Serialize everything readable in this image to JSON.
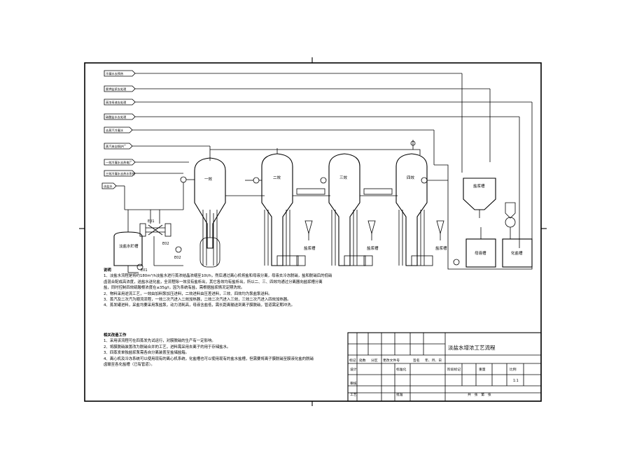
{
  "drawing": {
    "line_labels": [
      "冷凝水去预热",
      "氯钾盐浆去处理",
      "高浓母液去处理",
      "碳酸盐水去处理",
      "去蒸汽冷凝水",
      "蒸汽来自锅炉厂",
      "一效冷凝水去热电厂",
      "三效冷凝水去热水系统"
    ],
    "feed_label": "淡盐水",
    "tank_label": "淡盐水贮槽",
    "effects": [
      "一效",
      "二效",
      "三效",
      "四效"
    ],
    "salt_tanks": [
      "盐浆槽",
      "盐浆槽",
      "盐浆槽"
    ],
    "salt_slurry_tank": "盐浆槽",
    "mother_liquor_tank": "母液槽",
    "salt_dissolve_tank": "化盐槽",
    "exchangers": [
      "E01",
      "E02",
      "E02",
      "E01"
    ]
  },
  "notes": {
    "title": "说明",
    "items": [
      "1、淡盐水流程是将约180m³/h淡盐水进行蒸浓结晶浓缩至10t/h，然后通过离心机将盐和母液分离，母液去冷冻脱硝，盐和脱硝后的低硝",
      "   卤混合配成高浓度，送盐水送化盐，全流程除一效没有盐析出，其它各效均有盐析出，所以二、三、四效均通过分离器向盐浆槽分离",
      "   盐，同时控制四效硫酸根浓度在≤35g/l，因为系统有盐，需根据盐浆情况定期洗效。",
      "2、物料采用逆流工艺，一效由加料泵加压进料，二效进料由压差进料，三效、四效均为泵盐泵送料。",
      "3、蒸汽及二次汽为顺流流程，一效二次汽进入二效加热器，二效二次汽进入三效，三效二次汽进入四效加热器。",
      "4、蒸发罐进料，采盐均要采用泵盐泵，动力消耗高，母液含盐低，需长距离输送到离子膜脱硝，管道需定期冲洗。"
    ],
    "followup_title": "相关改造工作",
    "followup": [
      "1、采用该流程可在四蒸发先试运行，对膜脱硝的生产有一定影响。",
      "2、将膜脱硝装置改为脱硝合并的工艺，进料需采用去离子的用于存储盐水。",
      "3、四蒸发单独盐浆泵需各自分离装置至盐储盐箱。",
      "4、离心机及冷冻系统可以使用现有的离心机系统，化盐槽也可以使用现有的盐水盐槽，但需要将离子膜脱硝至膜液化盐的脱硝",
      "   卤输至各化盐槽（已有管道）。"
    ]
  },
  "title_block": {
    "title": "淡盐水增浓工艺流程",
    "rev_headers": [
      "标记",
      "处数",
      "分区",
      "更改文件号",
      "签名",
      "年、月、日"
    ],
    "design": "设计",
    "standard": "标准化",
    "stage_headers": [
      "阶段标记",
      "重量",
      "比例"
    ],
    "scale": "1:1",
    "review": "审核",
    "process": "工艺",
    "approve": "批准",
    "sheet": "共　张　第　张"
  }
}
